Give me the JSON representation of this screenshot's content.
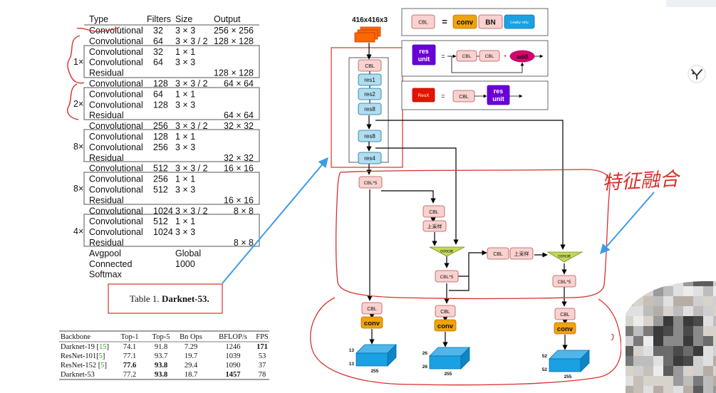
{
  "darknet_table": {
    "headers": [
      "Type",
      "Filters",
      "Size",
      "Output"
    ],
    "rows": [
      {
        "type": "Convolutional",
        "filters": "32",
        "size": "3 × 3",
        "output": "256 × 256"
      },
      {
        "type": "Convolutional",
        "filters": "64",
        "size": "3 × 3 / 2",
        "output": "128 × 128"
      },
      {
        "type": "Convolutional",
        "filters": "32",
        "size": "1 × 1",
        "output": ""
      },
      {
        "type": "Convolutional",
        "filters": "64",
        "size": "3 × 3",
        "output": ""
      },
      {
        "type": "Residual",
        "filters": "",
        "size": "",
        "output": "128 × 128"
      },
      {
        "type": "Convolutional",
        "filters": "128",
        "size": "3 × 3 / 2",
        "output": "64 × 64"
      },
      {
        "type": "Convolutional",
        "filters": "64",
        "size": "1 × 1",
        "output": ""
      },
      {
        "type": "Convolutional",
        "filters": "128",
        "size": "3 × 3",
        "output": ""
      },
      {
        "type": "Residual",
        "filters": "",
        "size": "",
        "output": "64 × 64"
      },
      {
        "type": "Convolutional",
        "filters": "256",
        "size": "3 × 3 / 2",
        "output": "32 × 32"
      },
      {
        "type": "Convolutional",
        "filters": "128",
        "size": "1 × 1",
        "output": ""
      },
      {
        "type": "Convolutional",
        "filters": "256",
        "size": "3 × 3",
        "output": ""
      },
      {
        "type": "Residual",
        "filters": "",
        "size": "",
        "output": "32 × 32"
      },
      {
        "type": "Convolutional",
        "filters": "512",
        "size": "3 × 3 / 2",
        "output": "16 × 16"
      },
      {
        "type": "Convolutional",
        "filters": "256",
        "size": "1 × 1",
        "output": ""
      },
      {
        "type": "Convolutional",
        "filters": "512",
        "size": "3 × 3",
        "output": ""
      },
      {
        "type": "Residual",
        "filters": "",
        "size": "",
        "output": "16 × 16"
      },
      {
        "type": "Convolutional",
        "filters": "1024",
        "size": "3 × 3 / 2",
        "output": "8 × 8"
      },
      {
        "type": "Convolutional",
        "filters": "512",
        "size": "1 × 1",
        "output": ""
      },
      {
        "type": "Convolutional",
        "filters": "1024",
        "size": "3 × 3",
        "output": ""
      },
      {
        "type": "Residual",
        "filters": "",
        "size": "",
        "output": "8 × 8"
      },
      {
        "type": "Avgpool",
        "filters": "",
        "size": "Global",
        "output": ""
      },
      {
        "type": "Connected",
        "filters": "",
        "size": "1000",
        "output": ""
      },
      {
        "type": "Softmax",
        "filters": "",
        "size": "",
        "output": ""
      }
    ],
    "multipliers": [
      "1×",
      "2×",
      "8×",
      "8×",
      "4×"
    ],
    "caption_prefix": "Table 1. ",
    "caption_bold": "Darknet-53."
  },
  "bench_table": {
    "headers": [
      "Backbone",
      "Top-1",
      "Top-5",
      "Bn Ops",
      "BFLOP/s",
      "FPS"
    ],
    "rows": [
      {
        "name": "Darknet-19 [",
        "ref": "15",
        "close": "]",
        "top1": "74.1",
        "top5": "91.8",
        "ops": "7.29",
        "bflops": "1246",
        "fps": "171"
      },
      {
        "name": "ResNet-101[",
        "ref": "5",
        "close": "]",
        "top1": "77.1",
        "top5": "93.7",
        "ops": "19.7",
        "bflops": "1039",
        "fps": "53"
      },
      {
        "name": "ResNet-152 [",
        "ref": "5",
        "close": "]",
        "top1": "77.6",
        "top5": "93.8",
        "ops": "29.4",
        "bflops": "1090",
        "fps": "37"
      },
      {
        "name": "Darknet-53",
        "ref": "",
        "close": "",
        "top1": "77.2",
        "top5": "93.8",
        "ops": "18.7",
        "bflops": "1457",
        "fps": "78"
      }
    ]
  },
  "diagram": {
    "input_label": "416x416x3",
    "legend": {
      "cbl": "CBL",
      "eq": "=",
      "conv": "conv",
      "bn": "BN",
      "leaky": "Leaky relu",
      "res_unit_line1": "res",
      "res_unit_line2": "unit",
      "plus": "+",
      "add": "add",
      "resx": "ResX"
    },
    "backbone": [
      "CBL",
      "res1",
      "res2",
      "res8",
      "res8",
      "res4"
    ],
    "neck": {
      "cbl5": "CBL*5",
      "cbl": "CBL",
      "upsample": "上采样",
      "concat": "concat"
    },
    "heads": [
      {
        "cbl": "CBL",
        "conv": "conv",
        "dim": "13",
        "ch": "255"
      },
      {
        "cbl": "CBL",
        "conv": "conv",
        "dim": "26",
        "ch": "255"
      },
      {
        "cbl": "CBL",
        "conv": "conv",
        "dim": "52",
        "ch": "255"
      }
    ]
  },
  "annotation": {
    "handwriting": "特征融合"
  },
  "colors": {
    "cbl_fill": "#f9d2d0",
    "cbl_stroke": "#b85450",
    "res_fill": "#b1ddf0",
    "res_stroke": "#10739e",
    "conv_fill": "#f0a30a",
    "purple": "#6a00d8",
    "red_btn": "#e51400",
    "add_fill": "#d80073",
    "leaky_fill": "#1ba1e2",
    "orange": "#fa6800",
    "cube": "#1ba1e2",
    "concat_fill": "#c4d85a",
    "annot_red": "#d9302c",
    "annot_blue": "#3d9be9"
  }
}
